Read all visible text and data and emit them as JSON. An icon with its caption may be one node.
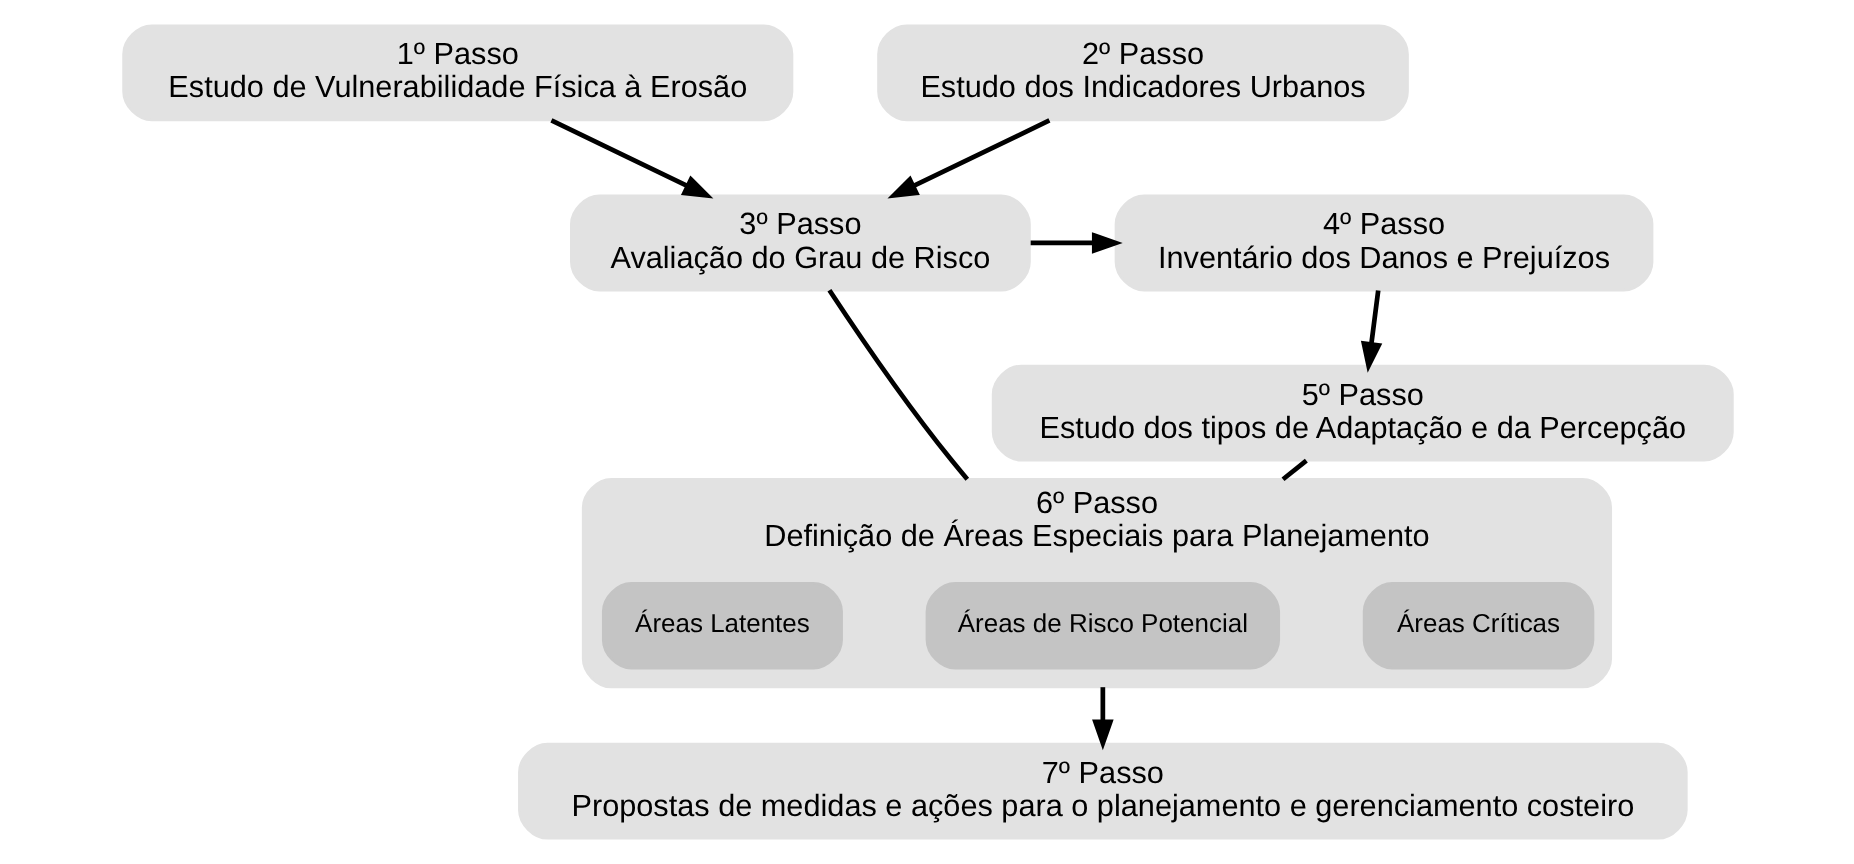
{
  "diagram": {
    "nodes": [
      {
        "text": [
          "1º Passo",
          "Estudo de Vulnerabilidade Física à Erosão"
        ]
      },
      {
        "text": [
          "2º Passo",
          "Estudo dos Indicadores Urbanos"
        ]
      },
      {
        "text": [
          "3º Passo",
          "Avaliação do Grau de Risco"
        ]
      },
      {
        "text": [
          "4º Passo",
          "Inventário dos Danos e Prejuízos"
        ]
      },
      {
        "text": [
          "5º Passo",
          "Estudo dos tipos de Adaptação e da Percepção"
        ]
      },
      {
        "text": [
          "6º Passo",
          "Definição de Áreas Especiais para Planejamento"
        ]
      },
      {
        "text": [
          "Áreas Críticas"
        ],
        "in": 5
      },
      {
        "text": [
          "Áreas de Risco Potencial"
        ],
        "in": 5
      },
      {
        "text": [
          "Áreas Latentes"
        ],
        "in": 5
      },
      {
        "text": [
          "7º Passo",
          "Propostas de medidas e ações para o planejamento e gerenciamento costeiro"
        ]
      }
    ],
    "edges": [
      {
        "from": 0,
        "to": 2,
        "arrow": "to"
      },
      {
        "from": 1,
        "to": 2,
        "arrow": "to"
      },
      {
        "from": 2,
        "to": 3,
        "arrow": "to"
      },
      {
        "from": 3,
        "to": 4,
        "arrow": "to"
      },
      {
        "from": 2,
        "to": 5,
        "arrow": "none"
      },
      {
        "from": 4,
        "to": 5,
        "arrow": "none"
      },
      {
        "from": 5,
        "to": 9,
        "arrow": "to"
      }
    ]
  }
}
